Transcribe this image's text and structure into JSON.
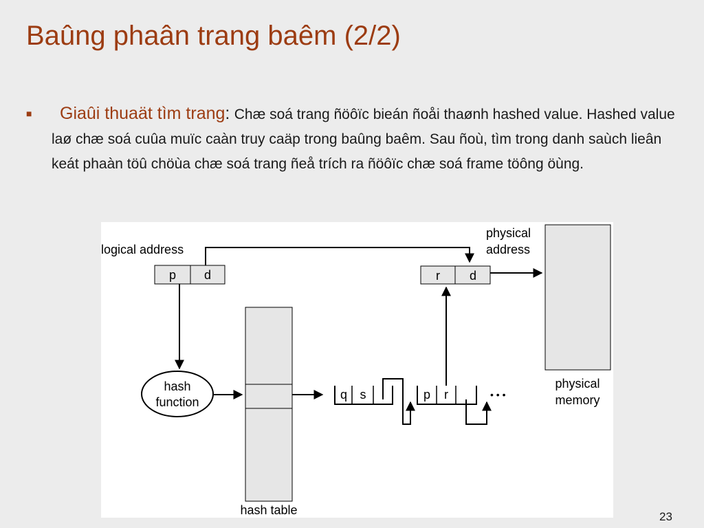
{
  "slide": {
    "title": "Baûng phaân trang baêm (2/2)",
    "page_number": "23"
  },
  "bullet": {
    "marker": "■",
    "lead": "Giaûi thuaät tìm trang",
    "colon": ":",
    "text": "Chæ soá trang ñöôïc bieán ñoåi thaønh hashed value. Hashed value laø chæ soá cuûa muïc caàn truy caäp trong baûng baêm. Sau ñoù, tìm trong danh saùch lieân keát phaàn töû chöùa chæ soá trang ñeå trích ra ñöôïc chæ soá frame töông öùng."
  },
  "diagram": {
    "logical_address_label": "logical address",
    "logical_cells": [
      "p",
      "d"
    ],
    "physical_address_label_1": "physical",
    "physical_address_label_2": "address",
    "physical_cells": [
      "r",
      "d"
    ],
    "hash_function_label_1": "hash",
    "hash_function_label_2": "function",
    "hash_table_label": "hash table",
    "chain_node_1": [
      "q",
      "s"
    ],
    "chain_node_2": [
      "p",
      "r"
    ],
    "ellipsis": "• • •",
    "physical_memory_label_1": "physical",
    "physical_memory_label_2": "memory",
    "colors": {
      "box_fill": "#e6e6e6",
      "stroke": "#000000",
      "title": "#9c3c12"
    }
  }
}
